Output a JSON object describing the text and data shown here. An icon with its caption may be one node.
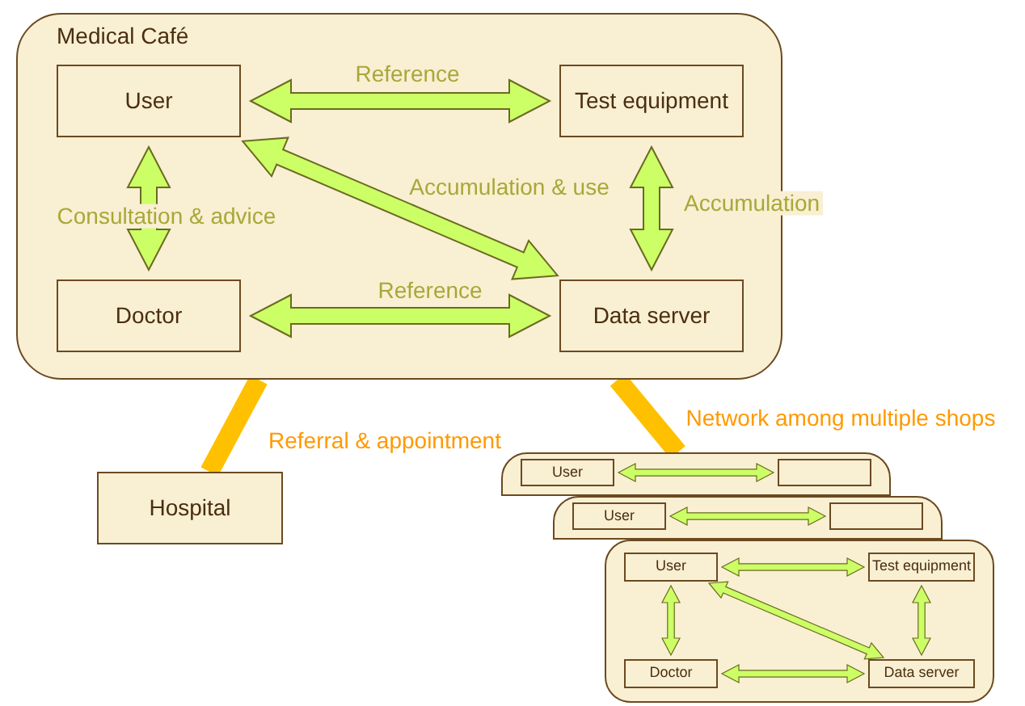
{
  "diagram": {
    "nodes": [
      {
        "text": [
          "Medical Café"
        ]
      },
      {
        "text": [
          "User"
        ],
        "in": 0
      },
      {
        "text": [
          "Test equipment"
        ],
        "in": 0
      },
      {
        "text": [
          "Doctor"
        ],
        "in": 0
      },
      {
        "text": [
          "Data server"
        ],
        "in": 0
      },
      {
        "text": [
          "Hospital"
        ]
      },
      {
        "text": [],
        "shape": "box"
      },
      {
        "text": [
          "User"
        ],
        "in": 6
      },
      {
        "text": [],
        "shape": "box",
        "in": 6
      },
      {
        "text": [],
        "shape": "box"
      },
      {
        "text": [
          "User"
        ],
        "in": 9
      },
      {
        "text": [],
        "shape": "box",
        "in": 9
      },
      {
        "text": [],
        "shape": "box"
      },
      {
        "text": [
          "User"
        ],
        "in": 12
      },
      {
        "text": [
          "Test equipment"
        ],
        "in": 12
      },
      {
        "text": [
          "Doctor"
        ],
        "in": 12
      },
      {
        "text": [
          "Data server"
        ],
        "in": 12
      }
    ],
    "edges": [
      {
        "from": 1,
        "to": 2,
        "arrow": "both",
        "label": "Reference"
      },
      {
        "from": 1,
        "to": 3,
        "arrow": "both",
        "label": "Consultation & advice"
      },
      {
        "from": 1,
        "to": 4,
        "arrow": "both",
        "label": "Accumulation & use"
      },
      {
        "from": 2,
        "to": 4,
        "arrow": "both",
        "label": "Accumulation"
      },
      {
        "from": 3,
        "to": 4,
        "arrow": "both",
        "label": "Reference"
      },
      {
        "from": 0,
        "to": 5,
        "arrow": "none",
        "label": "Referral & appointment",
        "color": "#ffc000"
      },
      {
        "from": 0,
        "to": 6,
        "arrow": "none",
        "label": "Network among multiple shops",
        "color": "#ffc000"
      },
      {
        "from": 7,
        "to": 8,
        "arrow": "both"
      },
      {
        "from": 10,
        "to": 11,
        "arrow": "both"
      },
      {
        "from": 13,
        "to": 14,
        "arrow": "both"
      },
      {
        "from": 13,
        "to": 15,
        "arrow": "both"
      },
      {
        "from": 13,
        "to": 16,
        "arrow": "both"
      },
      {
        "from": 14,
        "to": 16,
        "arrow": "both"
      },
      {
        "from": 15,
        "to": 16,
        "arrow": "both"
      }
    ]
  }
}
